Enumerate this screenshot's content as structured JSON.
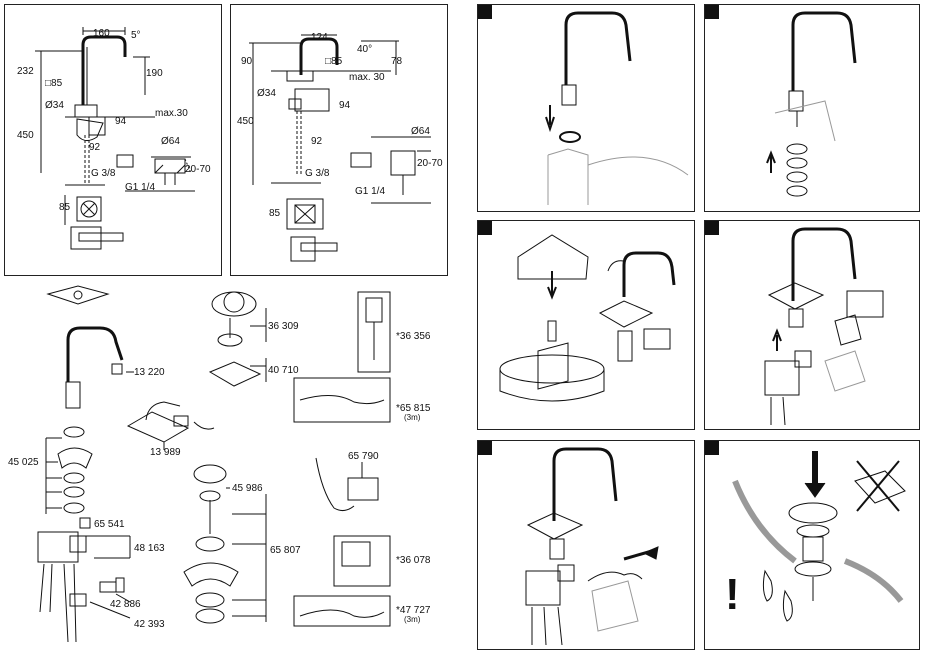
{
  "dims_left": {
    "w160": "160",
    "a5": "5°",
    "h232": "232",
    "h190": "190",
    "sq85": "□85",
    "d34": "Ø34",
    "max30": "max.30",
    "h450": "450",
    "h94": "94",
    "d64": "Ø64",
    "h92": "92",
    "h2070": "20-70",
    "g38": "G 3/8",
    "g114": "G1 1/4",
    "w85": "85"
  },
  "dims_right": {
    "w124": "124",
    "a40": "40°",
    "h90": "90",
    "h78": "78",
    "sq85": "□85",
    "max30": "max. 30",
    "d34": "Ø34",
    "h94": "94",
    "h450": "450",
    "d64": "Ø64",
    "h92": "92",
    "h2070": "20-70",
    "g38": "G 3/8",
    "g114": "G1 1/4",
    "w85": "85"
  },
  "parts": {
    "p13220": "13 220",
    "p13989": "13 989",
    "p36309": "36 309",
    "p40710": "40 710",
    "p36356": "*36 356",
    "p65815": "*65 815",
    "p65815_len": "(3m)",
    "p45025": "45 025",
    "p65541": "65 541",
    "p48163": "48 163",
    "p42886": "42 886",
    "p42393": "42 393",
    "p45986": "45 986",
    "p65807": "65 807",
    "p65790": "65 790",
    "p36078": "*36 078",
    "p47727": "*47 727",
    "p47727_len": "(3m)"
  },
  "warning_mark": "!"
}
